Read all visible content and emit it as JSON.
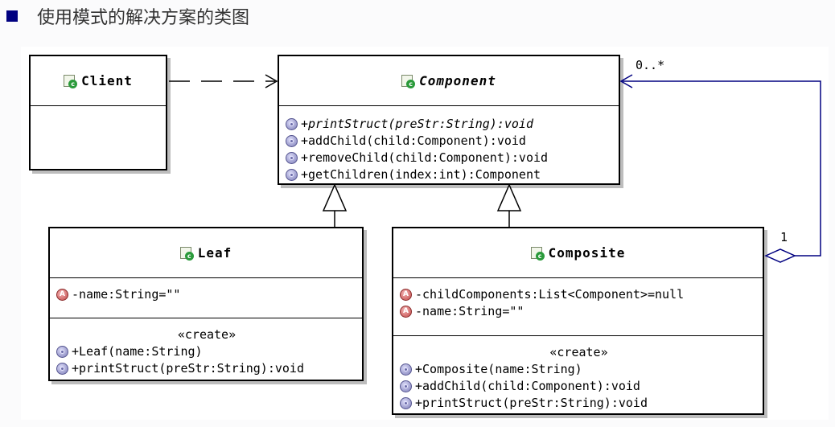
{
  "heading": {
    "text": "使用模式的解决方案的类图"
  },
  "classes": {
    "client": {
      "name": "Client"
    },
    "component": {
      "name": "Component",
      "operations": [
        "+printStruct(preStr:String):void",
        "+addChild(child:Component):void",
        "+removeChild(child:Component):void",
        "+getChildren(index:int):Component"
      ]
    },
    "leaf": {
      "name": "Leaf",
      "attributes": [
        "-name:String=\"\""
      ],
      "stereotype": "«create»",
      "operations": [
        "+Leaf(name:String)",
        "+printStruct(preStr:String):void"
      ]
    },
    "composite": {
      "name": "Composite",
      "attributes": [
        "-childComponents:List<Component>=null",
        "-name:String=\"\""
      ],
      "stereotype": "«create»",
      "operations": [
        "+Composite(name:String)",
        "+addChild(child:Component):void",
        "+printStruct(preStr:String):void"
      ]
    }
  },
  "icons": {
    "class": "class-icon",
    "operation": "operation-icon",
    "attribute": "attribute-icon"
  },
  "multiplicity": {
    "component_end": "0..*",
    "composite_end": "1"
  },
  "colors": {
    "heading_bullet": "#000080",
    "association_line": "#000080"
  }
}
